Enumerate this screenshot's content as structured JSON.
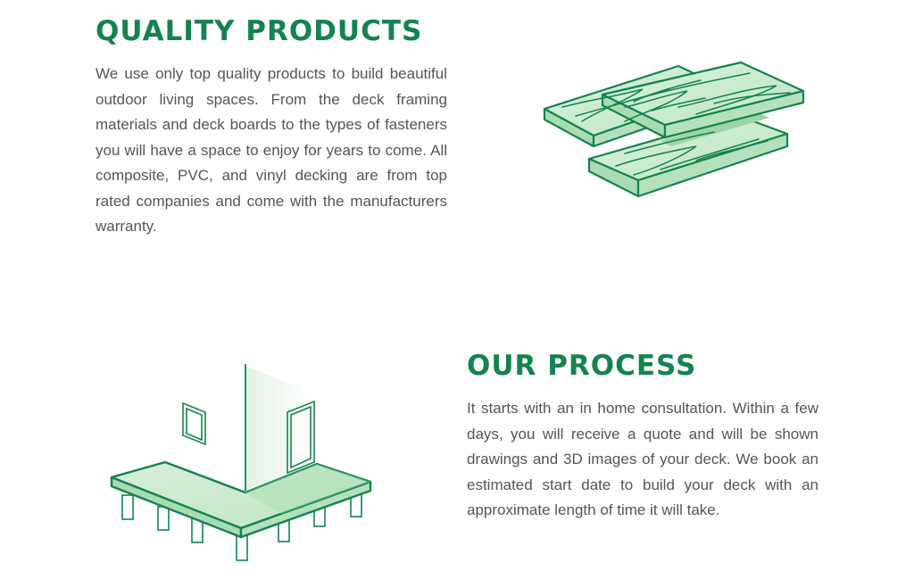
{
  "colors": {
    "brand_green": "#13834f",
    "light_green": "#c9ebcb",
    "mid_green": "#a8dcb0",
    "text_gray": "#555555"
  },
  "quality": {
    "title": "QUALITY PRODUCTS",
    "body": "We use only top quality products to build beautiful outdoor living spaces. From the deck framing materials and deck boards to the types of fasteners you will have a space to enjoy for years to come. All composite, PVC, and vinyl decking are from top rated companies and come with the manufacturers warranty.",
    "illustration_icon": "deck-boards-icon"
  },
  "process": {
    "title": "OUR PROCESS",
    "body": "It starts with an in home consultation. Within a few days, you will receive a quote and will be shown drawings and 3D images of your deck. We book an estimated start date to build your deck with an approximate length of time it will take.",
    "illustration_icon": "deck-house-icon"
  }
}
